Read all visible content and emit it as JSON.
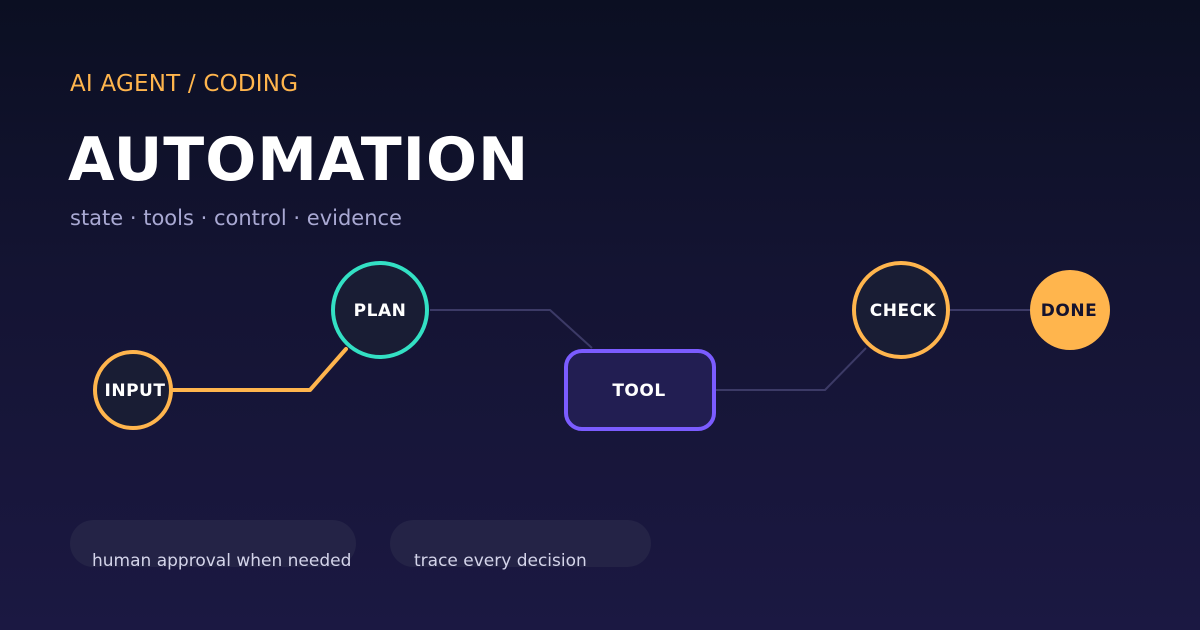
{
  "header": {
    "kicker": "AI AGENT / CODING",
    "title": "AUTOMATION",
    "subtitle": "state · tools · control · evidence"
  },
  "flow": {
    "nodes": {
      "input": "INPUT",
      "plan": "PLAN",
      "tool": "TOOL",
      "check": "CHECK",
      "done": "DONE"
    }
  },
  "notes": [
    {
      "text": "human approval when needed"
    },
    {
      "text": "trace every decision"
    }
  ],
  "colors": {
    "background_top": "#0b0f22",
    "background_bottom": "#1b1842",
    "accent_orange": "#ffb54d",
    "accent_teal": "#33e0c4",
    "accent_purple": "#7b5cff",
    "node_fill": "#191d34",
    "tool_fill": "#221e52",
    "connector_muted": "#3c3a66",
    "subtitle": "#a9a9d3",
    "pill_text": "#d4d4ea"
  }
}
